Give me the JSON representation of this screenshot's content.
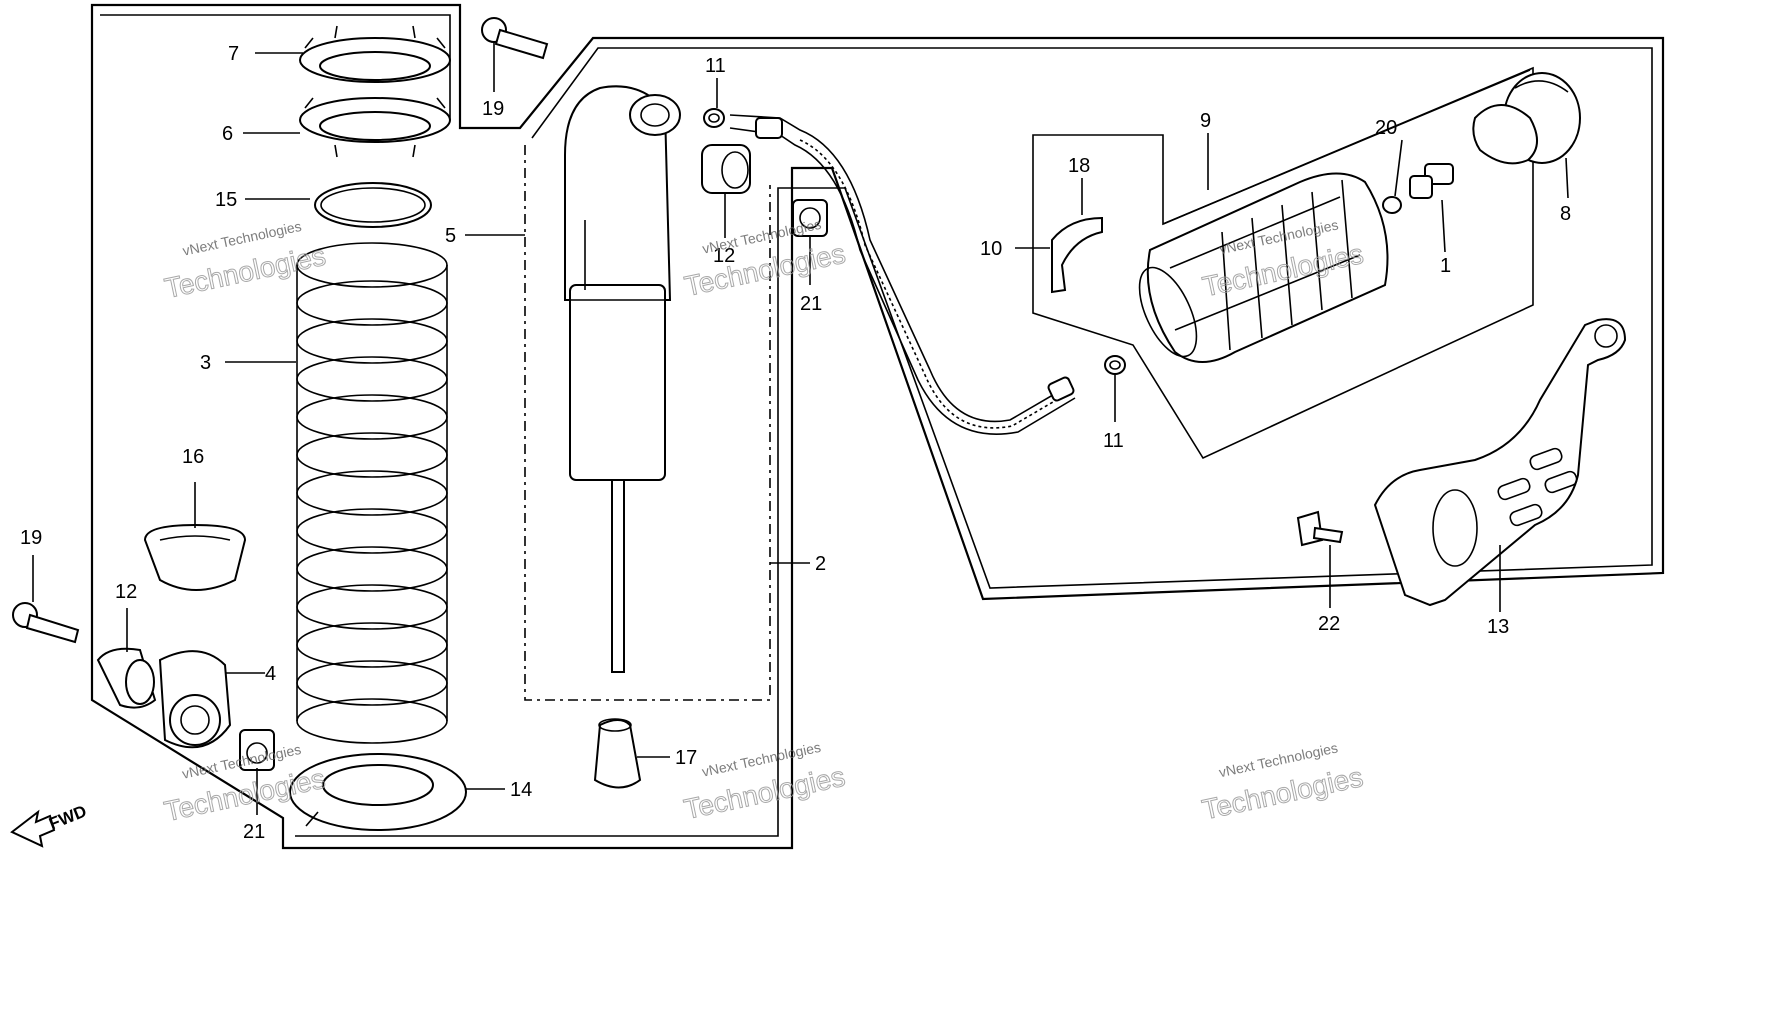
{
  "diagram": {
    "fwd_label": "FWD",
    "callouts": {
      "c1": "1",
      "c2": "2",
      "c3": "3",
      "c4": "4",
      "c5": "5",
      "c6": "6",
      "c7": "7",
      "c8": "8",
      "c9": "9",
      "c10": "10",
      "c11a": "11",
      "c11b": "11",
      "c12a": "12",
      "c12b": "12",
      "c13": "13",
      "c14": "14",
      "c15": "15",
      "c16": "16",
      "c17": "17",
      "c18": "18",
      "c19a": "19",
      "c19b": "19",
      "c20": "20",
      "c21a": "21",
      "c21b": "21",
      "c22": "22"
    },
    "watermark": {
      "line1": "vNext Technologies",
      "line2": "Technologies"
    }
  }
}
